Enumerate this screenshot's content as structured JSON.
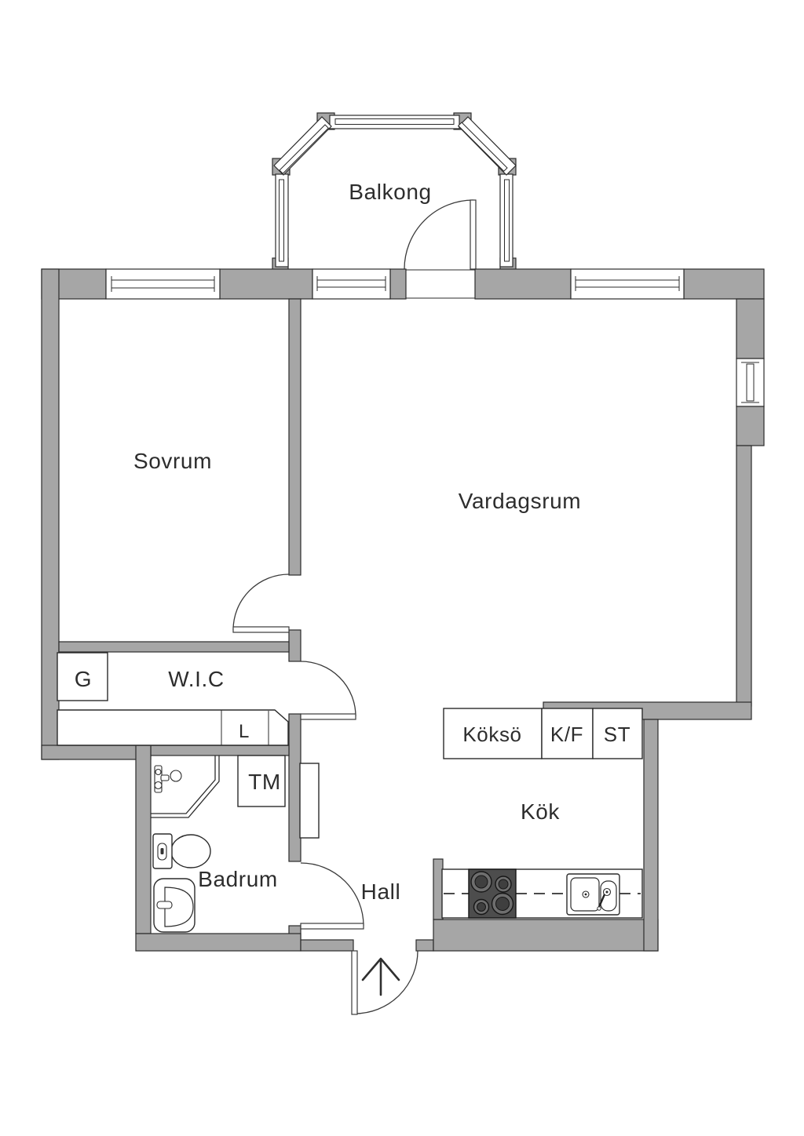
{
  "floor_plan": {
    "room_labels": {
      "balkong": "Balkong",
      "sovrum": "Sovrum",
      "vardagsrum": "Vardagsrum",
      "wic": "W.I.C",
      "badrum": "Badrum",
      "hall": "Hall",
      "kok": "Kök"
    },
    "fixture_labels": {
      "g": "G",
      "l": "L",
      "tm": "TM",
      "kokso": "Köksö",
      "kf": "K/F",
      "st": "ST"
    },
    "colors": {
      "wall": "#a6a6a6",
      "outline": "#2b2b2b",
      "text": "#2d2d2d",
      "stove": "#4d4d4d",
      "background": "#ffffff"
    }
  }
}
